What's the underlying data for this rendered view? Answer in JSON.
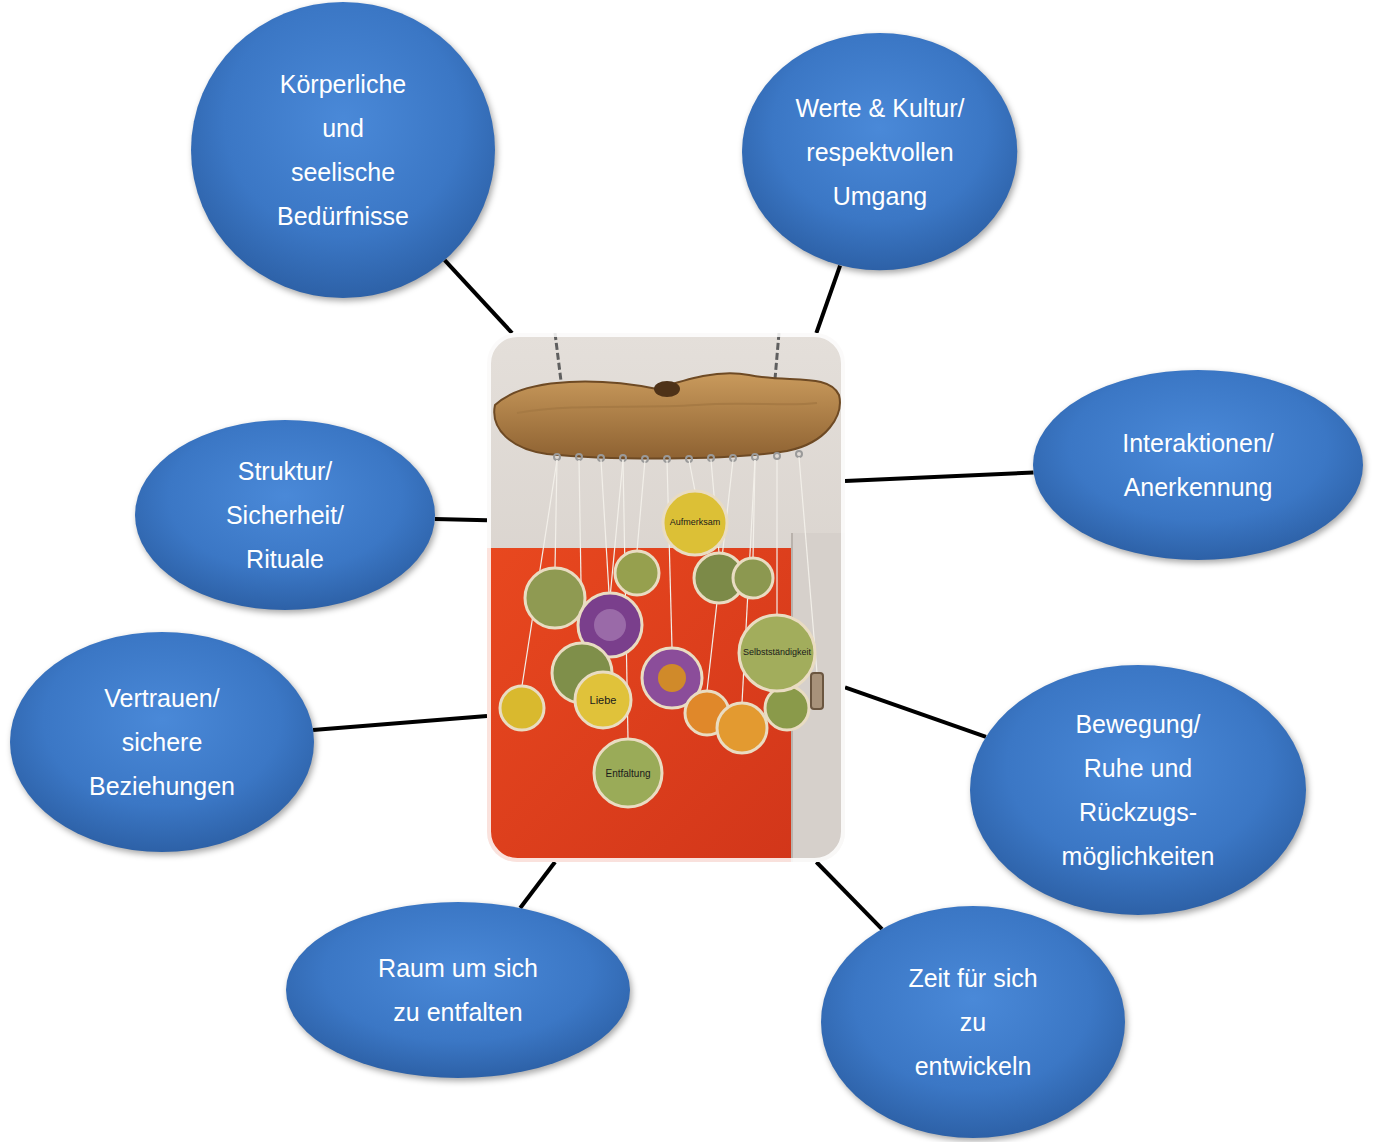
{
  "diagram": {
    "nodes": [
      {
        "text": [
          "Körperliche und seelische Bedürfnisse"
        ]
      },
      {
        "text": [
          "Werte & Kultur/ respektvollen Umgang"
        ]
      },
      {
        "text": [
          "Struktur/ Sicherheit/ Rituale"
        ]
      },
      {
        "text": [
          "Interaktionen/ Anerkennung"
        ]
      },
      {
        "text": [
          "Vertrauen/ sichere Beziehungen"
        ]
      },
      {
        "text": [
          "Bewegung/ Ruhe und Rückzugs- möglichkeiten"
        ]
      },
      {
        "text": [
          "Raum um sich zu entfalten"
        ]
      },
      {
        "text": [
          "Zeit für sich zu entwickeln"
        ]
      },
      {
        "text": [
          "Aufmerksam",
          "Selbstständigkeit",
          "Liebe",
          "Entfaltung"
        ]
      }
    ],
    "edges": [
      {
        "from": 0,
        "to": 8,
        "arrow": "none"
      },
      {
        "from": 1,
        "to": 8,
        "arrow": "none"
      },
      {
        "from": 2,
        "to": 8,
        "arrow": "none"
      },
      {
        "from": 3,
        "to": 8,
        "arrow": "none"
      },
      {
        "from": 4,
        "to": 8,
        "arrow": "none"
      },
      {
        "from": 5,
        "to": 8,
        "arrow": "none"
      },
      {
        "from": 6,
        "to": 8,
        "arrow": "none"
      },
      {
        "from": 7,
        "to": 8,
        "arrow": "none"
      }
    ]
  }
}
